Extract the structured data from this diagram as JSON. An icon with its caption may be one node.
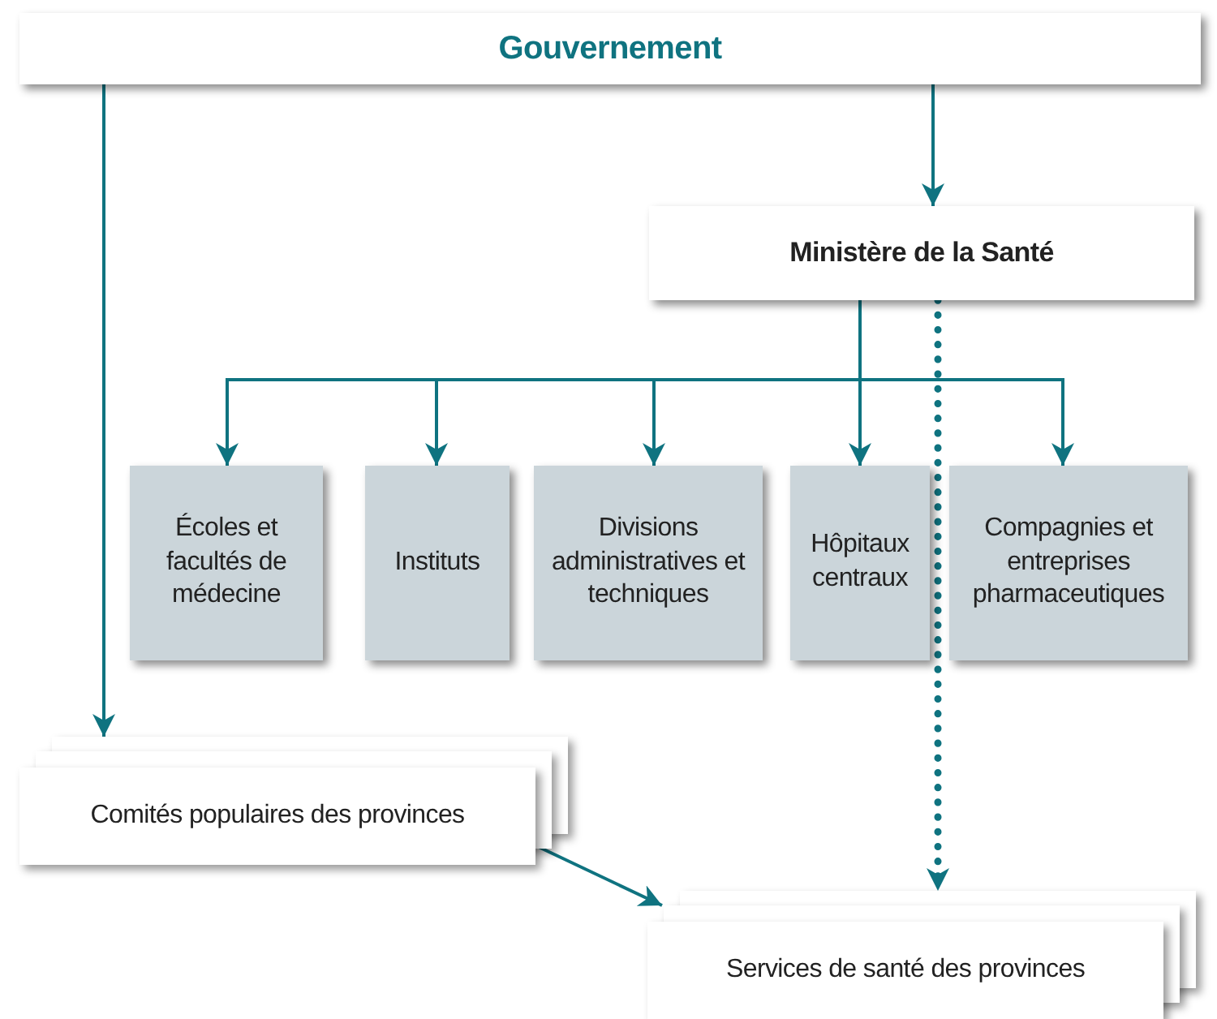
{
  "diagram": {
    "nodes": [
      {
        "text": [
          "Gouvernement"
        ]
      },
      {
        "text": [
          "Ministère de la Santé"
        ]
      },
      {
        "text": [
          "Écoles et facultés de médecine"
        ]
      },
      {
        "text": [
          "Instituts"
        ]
      },
      {
        "text": [
          "Divisions administratives et techniques"
        ]
      },
      {
        "text": [
          "Hôpitaux centraux"
        ]
      },
      {
        "text": [
          "Compagnies et entreprises pharmaceutiques"
        ]
      },
      {
        "text": [
          "Comités populaires des provinces"
        ]
      },
      {
        "text": [
          "Services de santé des provinces"
        ]
      }
    ],
    "edges": [
      {
        "from": 0,
        "to": 1,
        "arrow": "to"
      },
      {
        "from": 0,
        "to": 7,
        "arrow": "to"
      },
      {
        "from": 1,
        "to": 2,
        "arrow": "to"
      },
      {
        "from": 1,
        "to": 3,
        "arrow": "to"
      },
      {
        "from": 1,
        "to": 4,
        "arrow": "to"
      },
      {
        "from": 1,
        "to": 5,
        "arrow": "to"
      },
      {
        "from": 1,
        "to": 6,
        "arrow": "to"
      },
      {
        "from": 1,
        "to": 8,
        "arrow": "to",
        "style": "dashed"
      },
      {
        "from": 7,
        "to": 8,
        "arrow": "to"
      }
    ]
  }
}
